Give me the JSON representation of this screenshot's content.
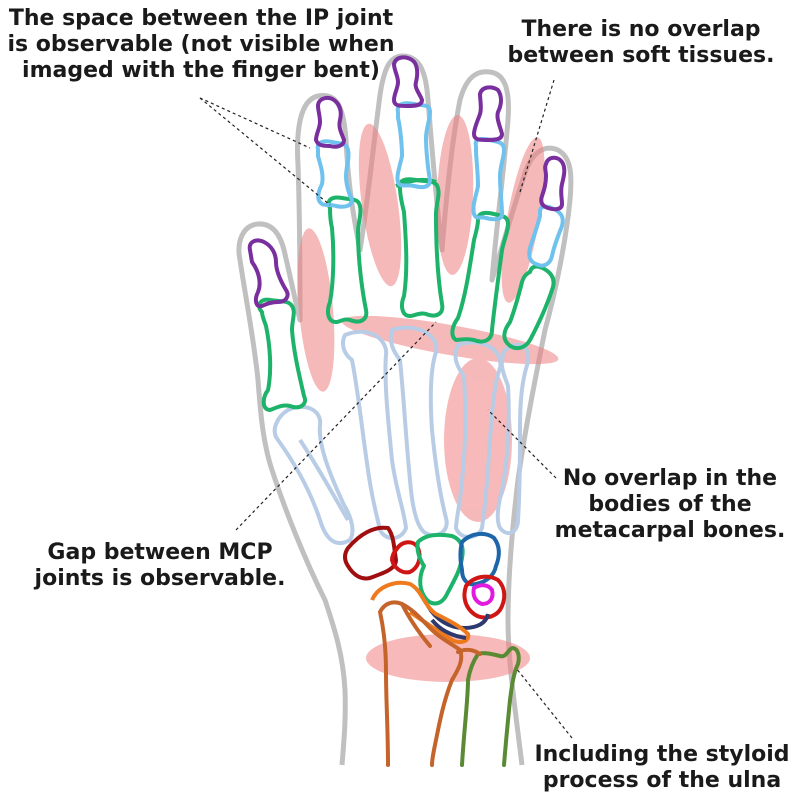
{
  "annotations": {
    "ip_joint": [
      "The space between the IP joint",
      "is observable (not visible when",
      "imaged with the finger bent)"
    ],
    "soft_tissue": [
      "There is no overlap",
      "between soft tissues."
    ],
    "metacarpal": [
      "No overlap in the",
      "bodies of the",
      "metacarpal bones."
    ],
    "mcp_gap": [
      "Gap between MCP",
      "joints is observable."
    ],
    "styloid": [
      "Including the styloid",
      "process of the ulna"
    ]
  },
  "colors": {
    "skin_outline": "#c0c0c0",
    "metacarpal": "#b8cce6",
    "proximal_phalanx": "#1db36a",
    "middle_phalanx": "#6fc1ee",
    "distal_phalanx": "#7a2f9e",
    "highlight": "#f08080",
    "radius": "#c4642a",
    "ulna": "#5a8a34",
    "carpal_red": "#d01515",
    "carpal_dark_red": "#a00f0f",
    "carpal_orange": "#ef7a1e",
    "carpal_green": "#1db36a",
    "carpal_blue": "#1e66aa",
    "carpal_navy": "#2e3a6e",
    "carpal_magenta": "#e21adf"
  }
}
